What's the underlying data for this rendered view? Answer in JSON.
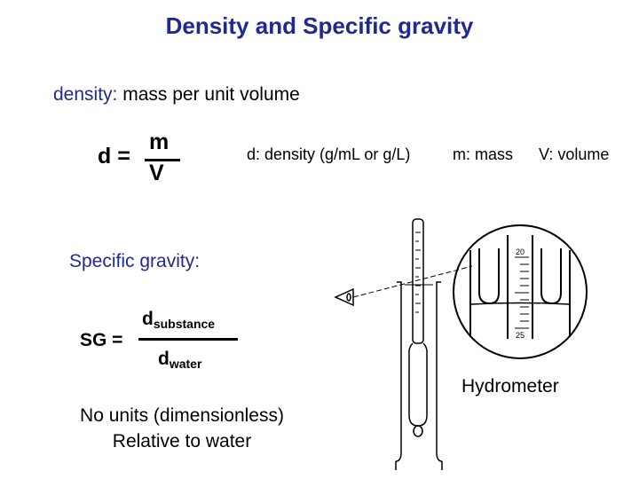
{
  "title": "Density and Specific gravity",
  "density_definition": {
    "keyword": "density:",
    "text": " mass per unit volume"
  },
  "density_formula": {
    "lhs": "d",
    "equals": "=",
    "numerator": "m",
    "denominator": "V"
  },
  "legend": {
    "d": "d: density (g/mL or g/L)",
    "m": "m: mass",
    "V": "V: volume"
  },
  "specific_gravity": {
    "label": "Specific gravity:",
    "lhs": "SG =",
    "numerator_symbol": "d",
    "numerator_sub": "substance",
    "denominator_symbol": "d",
    "denominator_sub": "water"
  },
  "notes": {
    "line1": "No units (dimensionless)",
    "line2": "Relative to water"
  },
  "figure": {
    "caption": "Hydrometer",
    "scale_top": "20",
    "scale_bottom": "25"
  }
}
